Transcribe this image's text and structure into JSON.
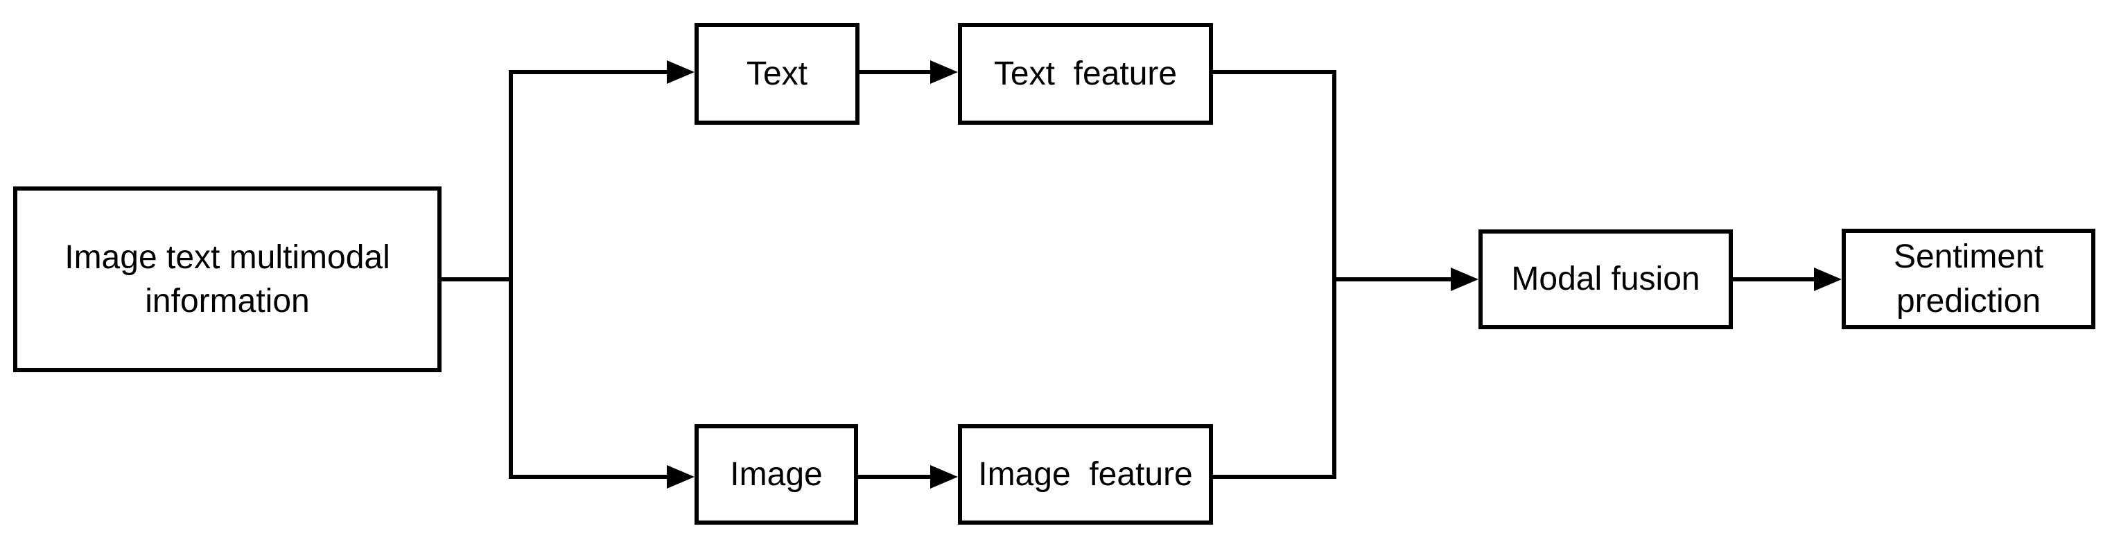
{
  "diagram": {
    "type": "flowchart",
    "background_color": "#ffffff",
    "line_color": "#000000",
    "box_fill_color": "#ffffff",
    "nodes": {
      "info": {
        "label": "Image text multimodal information"
      },
      "text": {
        "label": "Text"
      },
      "text_feature": {
        "label": "Text  feature"
      },
      "image": {
        "label": "Image"
      },
      "image_feature": {
        "label": "Image  feature"
      },
      "modal_fusion": {
        "label": "Modal fusion"
      },
      "sentiment": {
        "label": "Sentiment prediction"
      }
    },
    "edges": [
      {
        "from": "info",
        "to": "text",
        "arrow": true
      },
      {
        "from": "info",
        "to": "image",
        "arrow": true
      },
      {
        "from": "text",
        "to": "text_feature",
        "arrow": true
      },
      {
        "from": "image",
        "to": "image_feature",
        "arrow": true
      },
      {
        "from": "text_feature",
        "to": "modal_fusion",
        "arrow": true
      },
      {
        "from": "image_feature",
        "to": "modal_fusion",
        "arrow": true
      },
      {
        "from": "modal_fusion",
        "to": "sentiment",
        "arrow": true
      }
    ]
  }
}
